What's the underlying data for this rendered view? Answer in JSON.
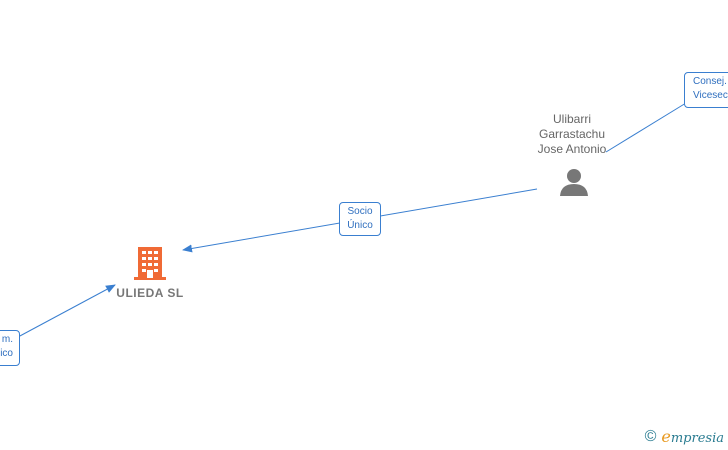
{
  "person": {
    "name_lines": [
      "Ulibarri",
      "Garrastachu",
      "Jose Antonio"
    ]
  },
  "company": {
    "name": "ULIEDA  SL"
  },
  "edges": {
    "socio": {
      "lines": [
        "Socio",
        "Único"
      ]
    },
    "consej": {
      "lines": [
        "Consej.",
        "Vicesecr."
      ]
    },
    "partial_left": {
      "lines": [
        "m.",
        "ico"
      ]
    }
  },
  "watermark": {
    "copyright": "©",
    "brand_initial": "e",
    "brand_rest": "mpresia"
  },
  "colors": {
    "edge": "#3a7fd0",
    "company_icon": "#f06a35",
    "person_icon": "#777777",
    "brand": "#2a7c91"
  }
}
